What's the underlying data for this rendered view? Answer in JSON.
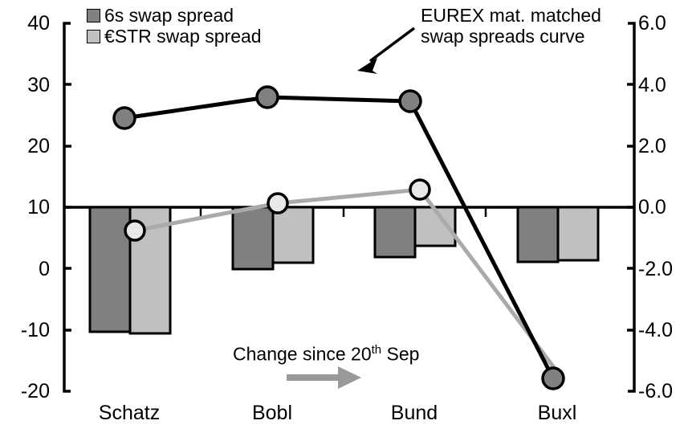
{
  "legend": {
    "items": [
      {
        "label": "6s swap spread",
        "color": "#808080",
        "name": "legend-6s-swap-spread"
      },
      {
        "label": "€STR swap spread",
        "color": "#c0c0c0",
        "name": "legend-estr-swap-spread"
      }
    ]
  },
  "annotations": {
    "eurex_line1": "EUREX mat. matched",
    "eurex_line2": "swap spreads curve",
    "change_prefix": "Change since 20",
    "change_sup": "th",
    "change_suffix": " Sep"
  },
  "axes": {
    "left_ticks": [
      "40",
      "30",
      "20",
      "10",
      "0",
      "-10",
      "-20"
    ],
    "right_ticks": [
      "6.0",
      "4.0",
      "2.0",
      "0.0",
      "-2.0",
      "-4.0",
      "-6.0"
    ]
  },
  "chart_data": {
    "type": "bar",
    "title": "",
    "xlabel": "",
    "ylabel": "",
    "categories": [
      "Schatz",
      "Bobl",
      "Bund",
      "Buxl"
    ],
    "left_axis": {
      "label": "",
      "ylim": [
        -20,
        40
      ],
      "ticks": [
        40,
        30,
        20,
        10,
        0,
        -10,
        -20
      ]
    },
    "right_axis": {
      "label": "",
      "ylim": [
        -6.0,
        6.0
      ],
      "ticks": [
        6.0,
        4.0,
        2.0,
        0.0,
        -2.0,
        -4.0,
        -6.0
      ]
    },
    "zero_line_left_value": 10,
    "zero_line_right_value": 0.0,
    "grid": false,
    "legend_position": "top-left",
    "series": [
      {
        "name": "6s swap spread",
        "type": "bar",
        "axis": "right",
        "color": "#808080",
        "values": [
          -4.05,
          -1.95,
          -1.55,
          -1.75
        ]
      },
      {
        "name": "€STR swap spread",
        "type": "bar",
        "axis": "right",
        "color": "#c0c0c0",
        "values": [
          -4.1,
          -1.8,
          -1.25,
          -1.7
        ]
      },
      {
        "name": "EUREX mat. matched swap spreads curve",
        "type": "line",
        "axis": "left",
        "color": "#000000",
        "marker_fill": "#808080",
        "values": [
          24.5,
          28.0,
          27.3,
          -18.0
        ]
      },
      {
        "name": "Change since 20th Sep",
        "type": "line",
        "axis": "left",
        "color": "#aaaaaa",
        "marker_fill": "#e8e8e8",
        "values": [
          6.1,
          10.5,
          12.7,
          -18.0
        ]
      }
    ]
  }
}
